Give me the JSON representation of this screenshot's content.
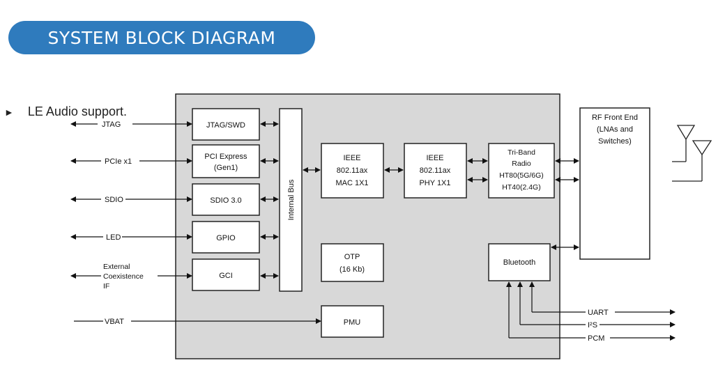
{
  "header": {
    "title": "SYSTEM BLOCK DIAGRAM"
  },
  "bullet": {
    "marker": "►",
    "text": "LE Audio support."
  },
  "diagram": {
    "blocks": {
      "jtag": "JTAG/SWD",
      "pcie_l1": "PCI Express",
      "pcie_l2": "(Gen1)",
      "sdio": "SDIO 3.0",
      "gpio": "GPIO",
      "gci": "GCI",
      "internal_bus": "Internal Bus",
      "mac_l1": "IEEE",
      "mac_l2": "802.11ax",
      "mac_l3": "MAC 1X1",
      "phy_l1": "IEEE",
      "phy_l2": "802.11ax",
      "phy_l3": "PHY 1X1",
      "radio_l1": "Tri-Band",
      "radio_l2": "Radio",
      "radio_l3": "HT80(5G/6G)",
      "radio_l4": "HT40(2.4G)",
      "otp_l1": "OTP",
      "otp_l2": "(16 Kb)",
      "bluetooth": "Bluetooth",
      "pmu": "PMU",
      "rf_l1": "RF Front End",
      "rf_l2": "(LNAs and",
      "rf_l3": "Switches)"
    },
    "signals": {
      "jtag": "JTAG",
      "pcie": "PCIe x1",
      "sdio": "SDIO",
      "led": "LED",
      "ext_l1": "External",
      "ext_l2": "Coexistence",
      "ext_l3": "IF",
      "vbat": "VBAT",
      "uart": "UART",
      "i2s": "I²S",
      "pcm": "PCM"
    }
  }
}
